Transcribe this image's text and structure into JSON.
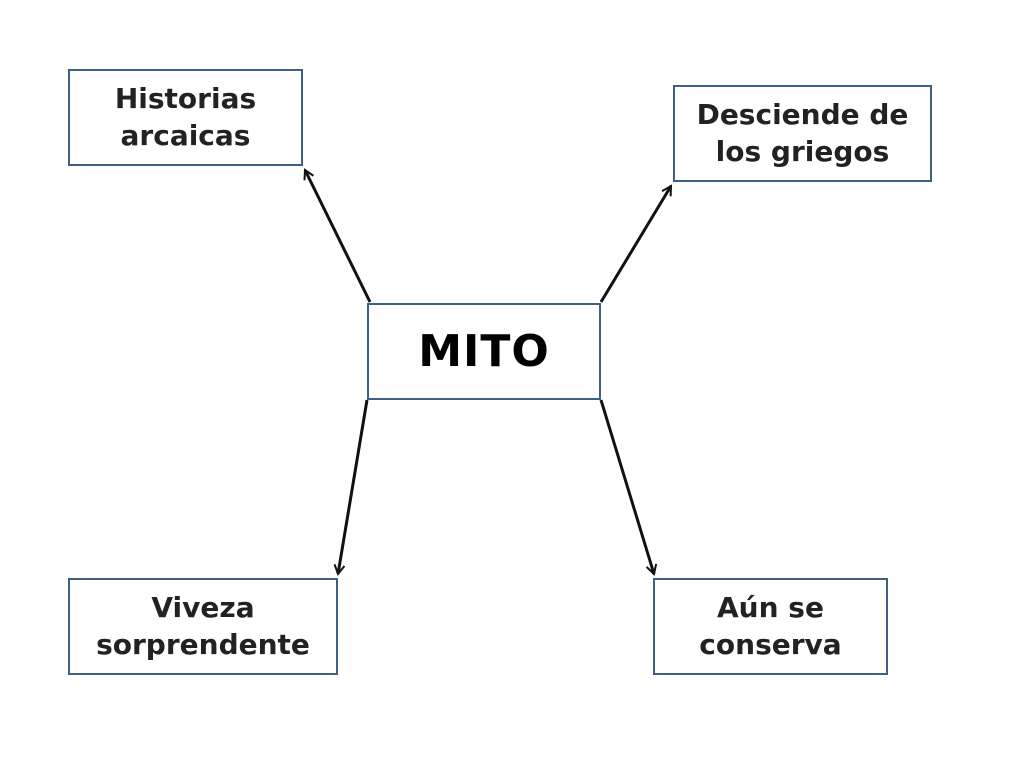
{
  "diagram": {
    "center": {
      "label": "MITO"
    },
    "branches": [
      {
        "id": "node-tl",
        "label": "Historias\narcaicas"
      },
      {
        "id": "node-tr",
        "label": "Desciende de\nlos griegos"
      },
      {
        "id": "node-bl",
        "label": "Viveza\nsorprendente"
      },
      {
        "id": "node-br",
        "label": "Aún se\nconserva"
      }
    ],
    "colors": {
      "box_border": "#3f5f87",
      "arrow": "#111111",
      "text": "#222222"
    }
  }
}
